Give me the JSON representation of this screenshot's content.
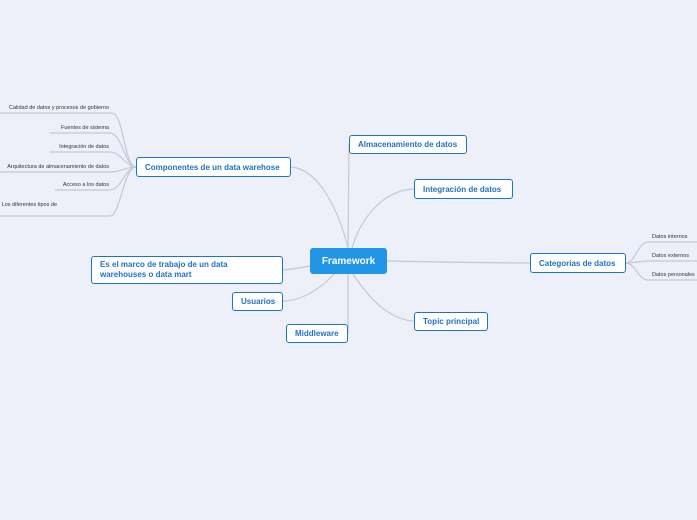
{
  "colors": {
    "background": "#eef0f9",
    "center": "#2196e6",
    "topic_border": "#1f73c4",
    "line": "#c3c8d8"
  },
  "center": {
    "label": "Framework"
  },
  "topics": {
    "componentes": "Componentes de un data warehose",
    "almacenamiento": "Almacenamiento de datos",
    "integracion": "Integración de datos",
    "categorias": "Categorias de datos",
    "marco": "Es el marco de trabajo de un data warehouses o data mart",
    "usuarios": "Usuarios",
    "middleware": "Middleware",
    "topic_principal": "Topic principal"
  },
  "componentes_items": [
    "Calidad de datos y procesos de gobierno",
    "Fuentes de sistema",
    "Integración de datos",
    "Arquitectura de almacenamiento de datos",
    "Acceso a los datos",
    "Los diferentes tipos de"
  ],
  "categorias_items": [
    "Datos internos",
    "Datos externos",
    "Datos personales"
  ]
}
